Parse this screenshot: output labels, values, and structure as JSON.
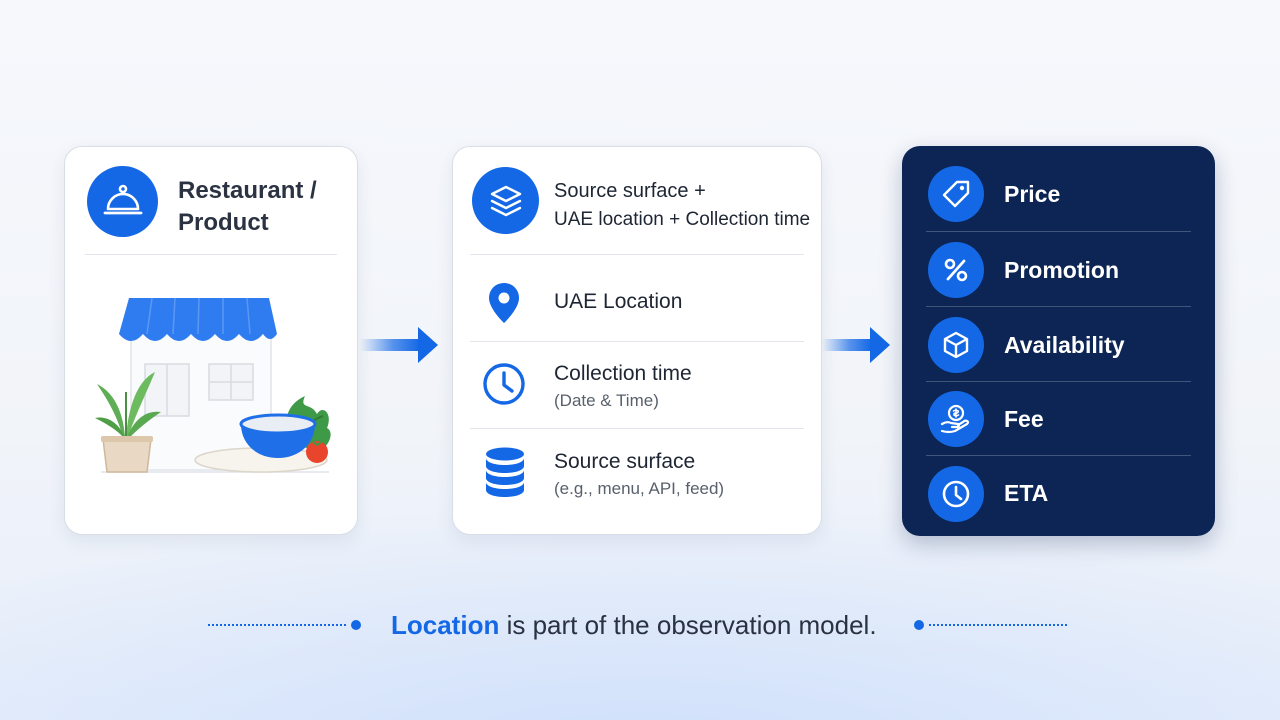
{
  "entity": {
    "title": "Restaurant / Product",
    "icon": "cloche-icon",
    "illustration": "storefront-illustration"
  },
  "context": {
    "header": "Source surface + UAE location + Collection time",
    "header_line1": "Source surface +",
    "header_line2": "UAE location + Collection time",
    "header_icon": "layers-icon",
    "items": [
      {
        "icon": "location-pin-icon",
        "title": "UAE Location",
        "sub": ""
      },
      {
        "icon": "clock-icon",
        "title": "Collection time",
        "sub": "(Date & Time)"
      },
      {
        "icon": "database-icon",
        "title": "Source surface",
        "sub": "(e.g., menu, API, feed)"
      }
    ]
  },
  "attributes": {
    "items": [
      {
        "icon": "price-tag-icon",
        "label": "Price"
      },
      {
        "icon": "percent-icon",
        "label": "Promotion"
      },
      {
        "icon": "box-icon",
        "label": "Availability"
      },
      {
        "icon": "hand-coin-icon",
        "label": "Fee"
      },
      {
        "icon": "clock-icon",
        "label": "ETA"
      }
    ]
  },
  "footer": {
    "emphasis": "Location",
    "rest": " is part of the observation model."
  },
  "colors": {
    "accent": "#1468e6",
    "dark_panel": "#0c2554",
    "background": "#f3f5f9"
  }
}
